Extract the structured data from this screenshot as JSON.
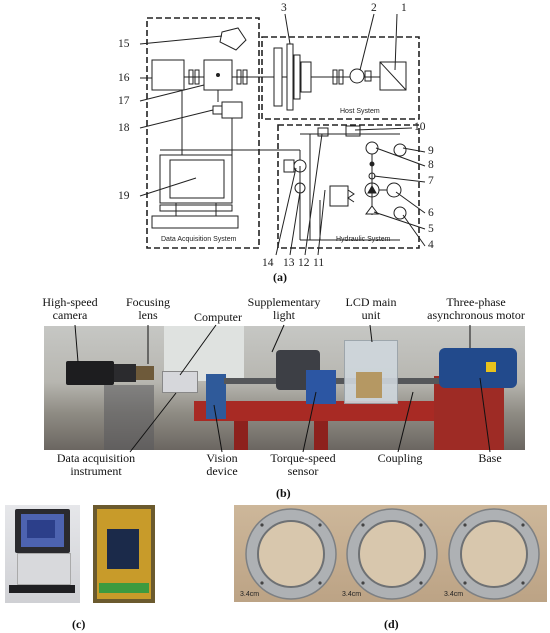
{
  "schematic": {
    "numbers": [
      "1",
      "2",
      "3",
      "4",
      "5",
      "6",
      "7",
      "8",
      "9",
      "10",
      "11",
      "12",
      "13",
      "14",
      "15",
      "16",
      "17",
      "18",
      "19"
    ],
    "host_system_label": "Host System",
    "data_acq_label": "Data Acquisition System",
    "hydraulic_label": "Hydraulic System",
    "caption": "(a)"
  },
  "photo": {
    "labels": {
      "high_speed_camera": "High-speed\ncamera",
      "focusing_lens": "Focusing\nlens",
      "computer": "Computer",
      "supplementary_light": "Supplementary\nlight",
      "lcd_main_unit": "LCD main\nunit",
      "three_phase_motor": "Three-phase\nasynchronous motor",
      "data_acq_instrument": "Data acquisition\ninstrument",
      "vision_device": "Vision\ndevice",
      "torque_speed_sensor": "Torque-speed\nsensor",
      "coupling": "Coupling",
      "base": "Base"
    },
    "caption": "(b)"
  },
  "panel_c": {
    "caption": "(c)"
  },
  "panel_d": {
    "scale_labels": [
      "3.4cm",
      "3.4cm",
      "3.4cm"
    ],
    "caption": "(d)"
  }
}
